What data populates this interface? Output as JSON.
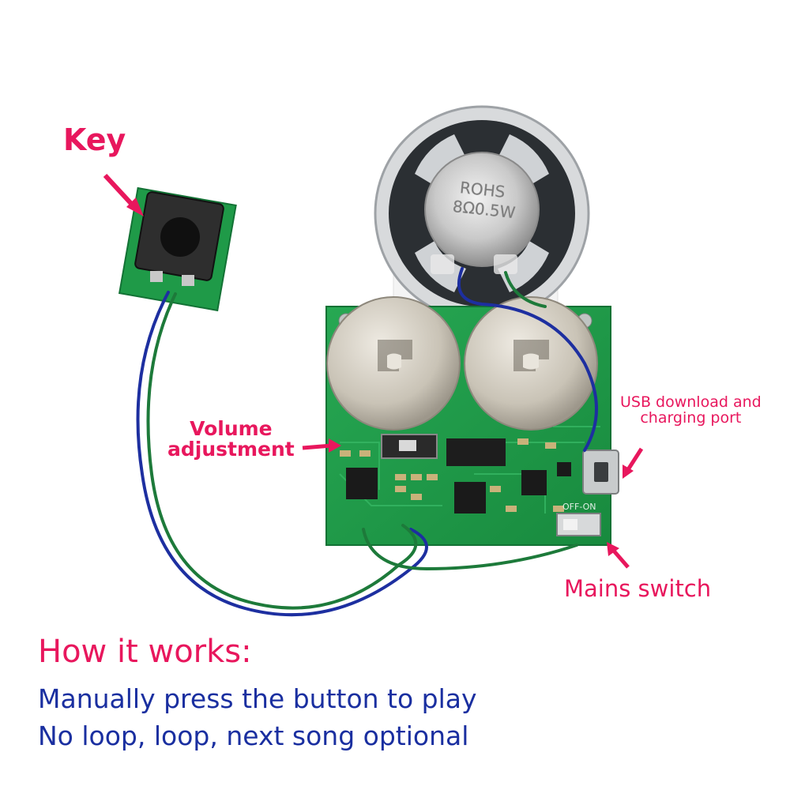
{
  "labels": {
    "key": "Key",
    "volume_line1": "Volume",
    "volume_line2": "adjustment",
    "usb_line1": "USB download and",
    "usb_line2": "charging port",
    "mains": "Mains switch"
  },
  "speaker": {
    "line1": "ROHS",
    "line2": "8Ω0.5W"
  },
  "board": {
    "switch_marking": "OFF-ON"
  },
  "how": {
    "title": "How it works:",
    "lines": [
      "Manually press the button to play",
      "No loop, loop, next song optional"
    ]
  },
  "colors": {
    "label_accent": "#e8175d",
    "body_text": "#1a2fa0",
    "pcb_green": "#1f9a48"
  }
}
